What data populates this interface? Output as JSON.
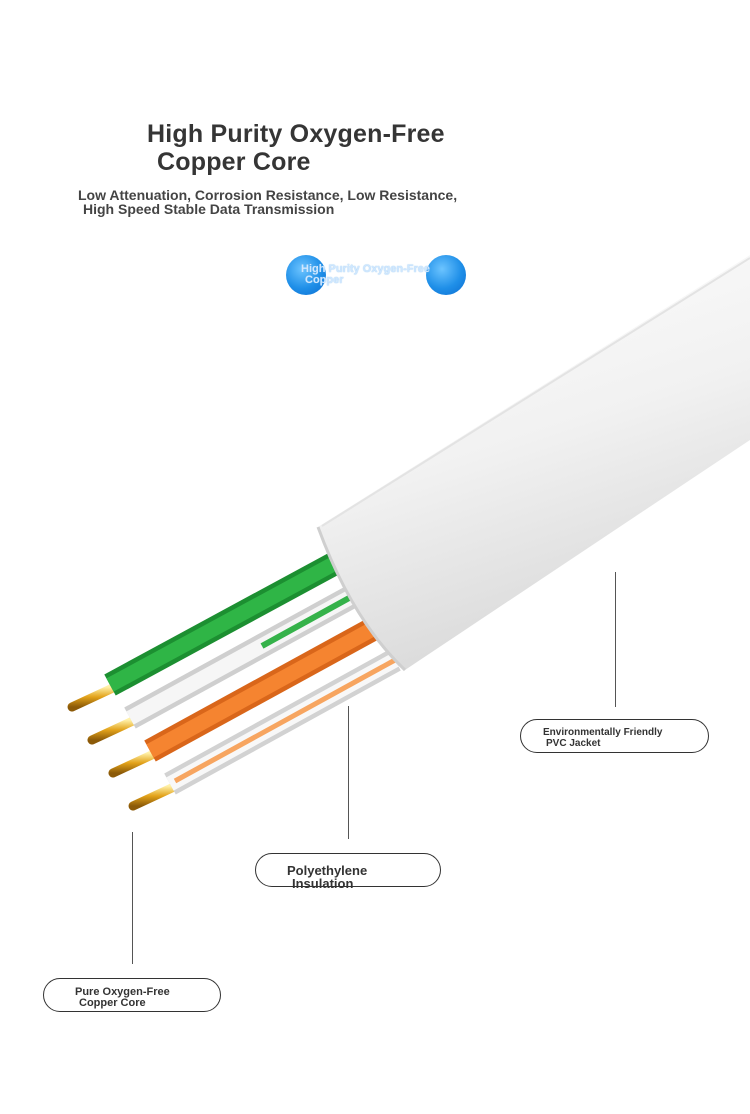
{
  "title": {
    "line1": "High Purity Oxygen-Free",
    "line2": "Copper Core"
  },
  "subtitle": {
    "line1": "Low Attenuation, Corrosion Resistance, Low Resistance,",
    "line2": "High Speed Stable Data Transmission"
  },
  "badge": {
    "line1": "High Purity Oxygen-Free",
    "line2": "Copper",
    "color": "#1f8fe8"
  },
  "callouts": {
    "jacket": {
      "line1": "Environmentally Friendly",
      "line2": "PVC Jacket"
    },
    "insulation": {
      "line1": "Polyethylene",
      "line2": "Insulation"
    },
    "core": {
      "line1": "Pure Oxygen-Free",
      "line2": "Copper Core"
    }
  },
  "colors": {
    "jacket": "#f2f2f2",
    "green_wire": "#22a53a",
    "orange_wire": "#f07c24",
    "white_wire": "#f4f4f4",
    "copper": "#e2a21a"
  }
}
